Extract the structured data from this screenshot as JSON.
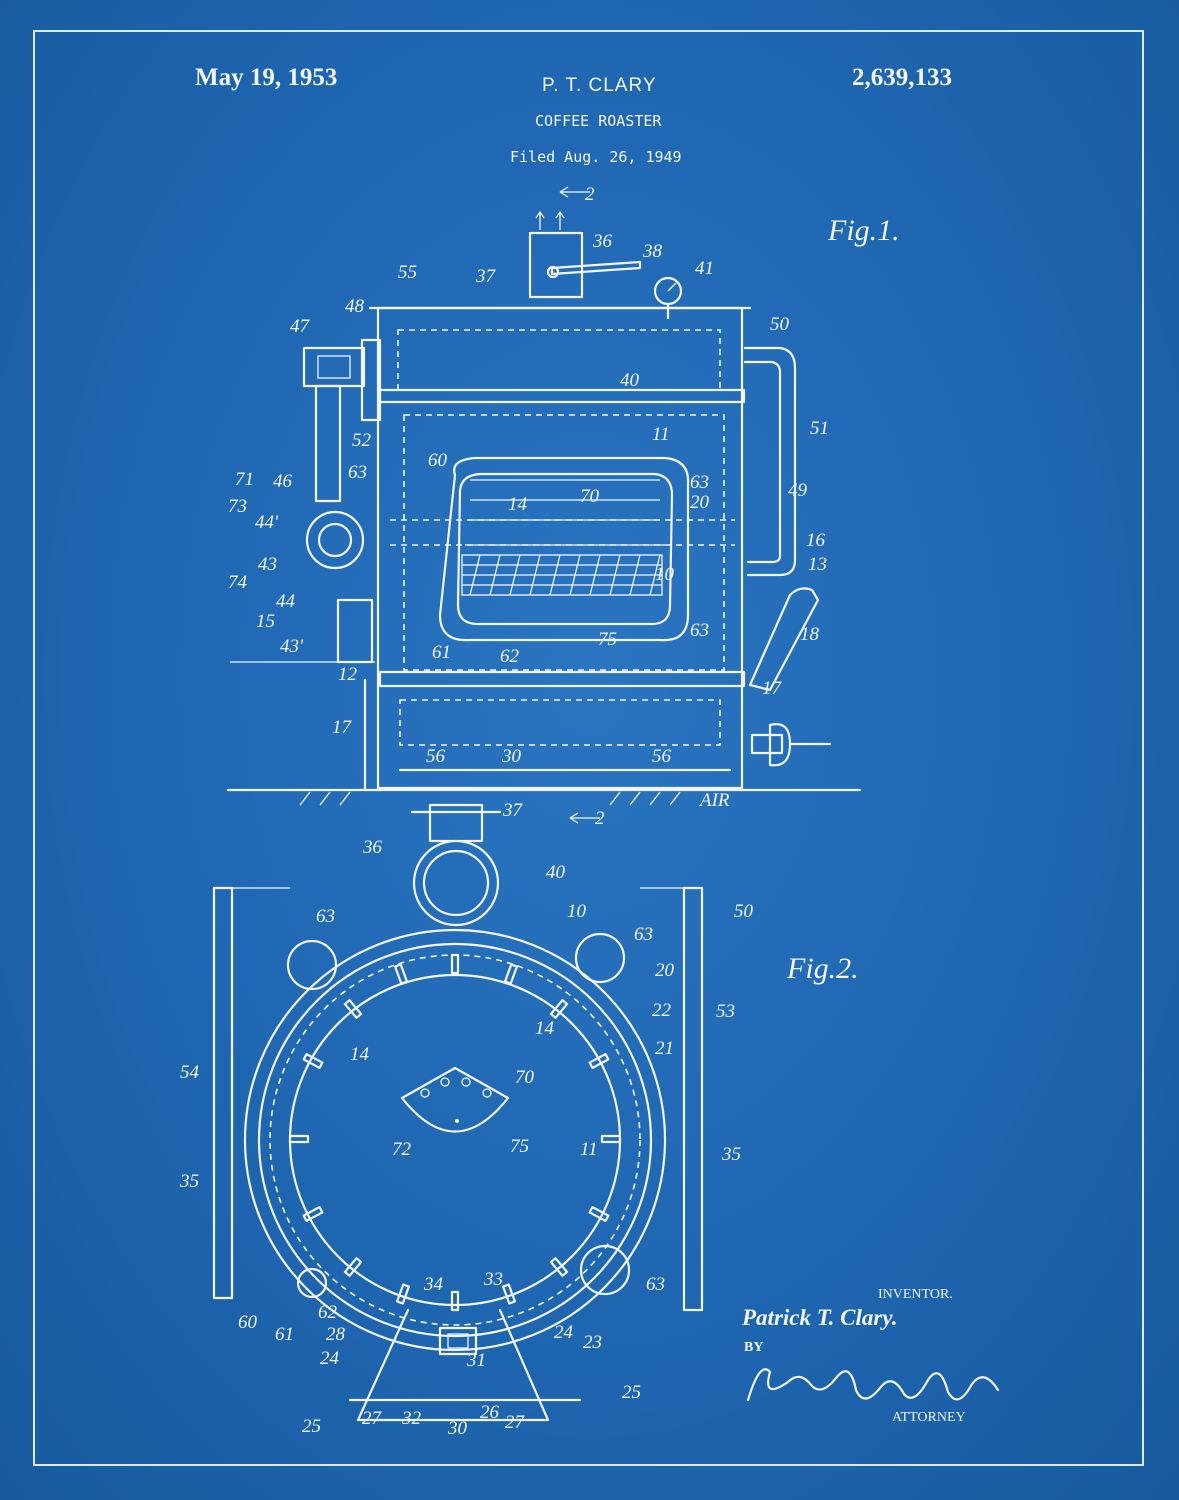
{
  "header": {
    "date": "May 19, 1953",
    "patent_number": "2,639,133",
    "inventor": "P. T. CLARY",
    "title": "COFFEE ROASTER",
    "filed": "Filed Aug. 26, 1949"
  },
  "figures": {
    "fig1": "Fig.1.",
    "fig2": "Fig.2."
  },
  "signature_block": {
    "inventor_label": "INVENTOR.",
    "inventor_signature": "Patrick T. Clary.",
    "by_label": "BY",
    "attorney_label": "ATTORNEY"
  },
  "fig1_labels": [
    "2",
    "36",
    "38",
    "37",
    "41",
    "55",
    "48",
    "50",
    "47",
    "40",
    "52",
    "11",
    "51",
    "63",
    "60",
    "49",
    "71",
    "46",
    "70",
    "73",
    "14",
    "20",
    "44'",
    "16",
    "43",
    "74",
    "10",
    "13",
    "44",
    "15",
    "18",
    "75",
    "63",
    "43'",
    "61",
    "62",
    "12",
    "17",
    "17",
    "56",
    "30",
    "56",
    "AIR",
    "2"
  ],
  "fig2_labels": [
    "37",
    "36",
    "40",
    "10",
    "50",
    "63",
    "63",
    "20",
    "22",
    "53",
    "14",
    "14",
    "21",
    "54",
    "70",
    "72",
    "75",
    "11",
    "35",
    "35",
    "34",
    "33",
    "63",
    "60",
    "61",
    "62",
    "28",
    "24",
    "24",
    "23",
    "31",
    "25",
    "25",
    "27",
    "32",
    "30",
    "26",
    "27"
  ],
  "colors": {
    "background": "#1f66b1",
    "ink": "#f2f6fb"
  }
}
